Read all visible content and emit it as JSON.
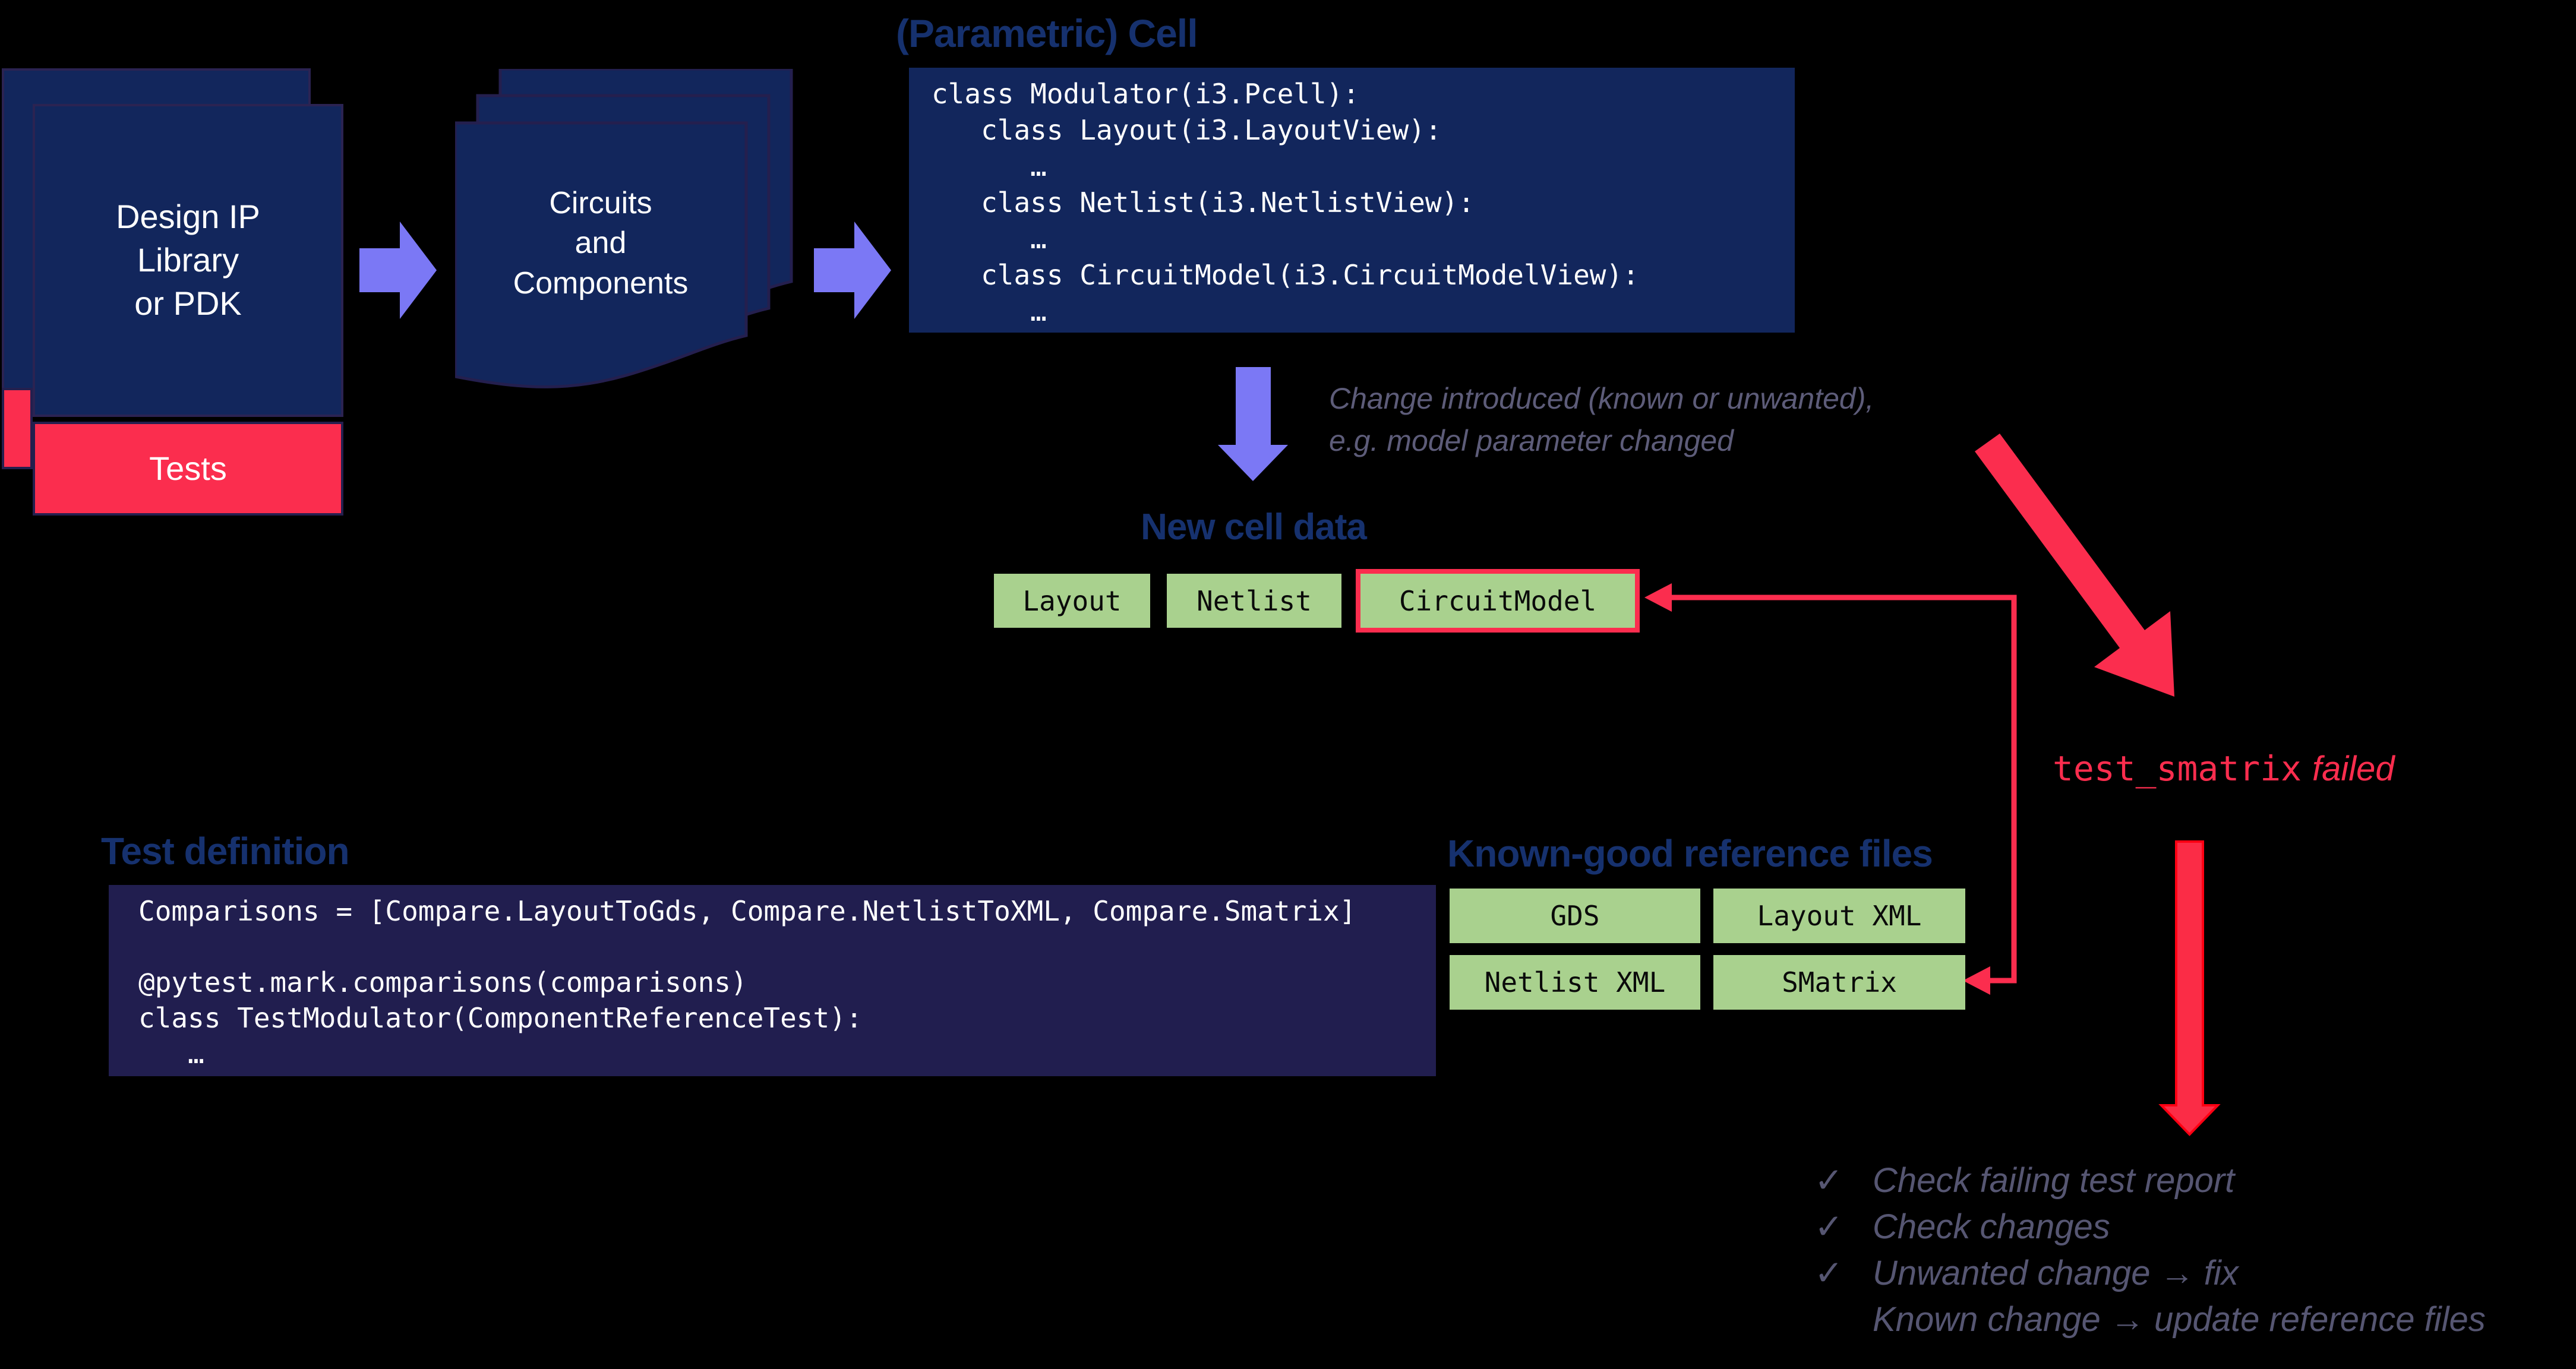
{
  "palette": {
    "background": "#000000",
    "navy_fill": "#12265c",
    "navy_border": "#2b2352",
    "heading_navy": "#16316e",
    "accent_red": "#fb2d4e",
    "arrow_red_outline": "#ff0013",
    "purple_arrow": "#7b78f5",
    "green_box": "#a9d18e",
    "gray_note": "#5d5c79",
    "code_alt_bg": "#211e4f",
    "white": "#ffffff"
  },
  "library": {
    "lines": [
      "Design IP",
      "Library",
      "or PDK"
    ],
    "tests": "Tests"
  },
  "circuits": {
    "lines": [
      "Circuits",
      "and",
      "Components"
    ]
  },
  "pcell": {
    "heading": "(Parametric) Cell",
    "code": [
      "class Modulator(i3.Pcell):",
      "   class Layout(i3.LayoutView):",
      "      …",
      "   class Netlist(i3.NetlistView):",
      "      …",
      "   class CircuitModel(i3.CircuitModelView):",
      "      …"
    ]
  },
  "change_note": {
    "lines": [
      "Change introduced (known or unwanted),",
      "e.g. model parameter changed"
    ]
  },
  "new_cell": {
    "heading": "New cell data",
    "boxes": [
      "Layout",
      "Netlist",
      "CircuitModel"
    ]
  },
  "test_def": {
    "heading": "Test definition",
    "code": [
      "Comparisons = [Compare.LayoutToGds, Compare.NetlistToXML, Compare.Smatrix]",
      "",
      "@pytest.mark.comparisons(comparisons)",
      "class TestModulator(ComponentReferenceTest):",
      "   …"
    ]
  },
  "references": {
    "heading": "Known-good reference files",
    "boxes": [
      "GDS",
      "Layout XML",
      "Netlist XML",
      "SMatrix"
    ]
  },
  "failure": {
    "name": "test_smatrix",
    "suffix": "failed"
  },
  "checklist": {
    "items": [
      {
        "check": "✓",
        "text": "Check failing test report"
      },
      {
        "check": "✓",
        "text": "Check changes"
      },
      {
        "check": "✓",
        "text": "Unwanted change → fix"
      },
      {
        "check": "",
        "text": "Known change → update reference files"
      }
    ]
  }
}
